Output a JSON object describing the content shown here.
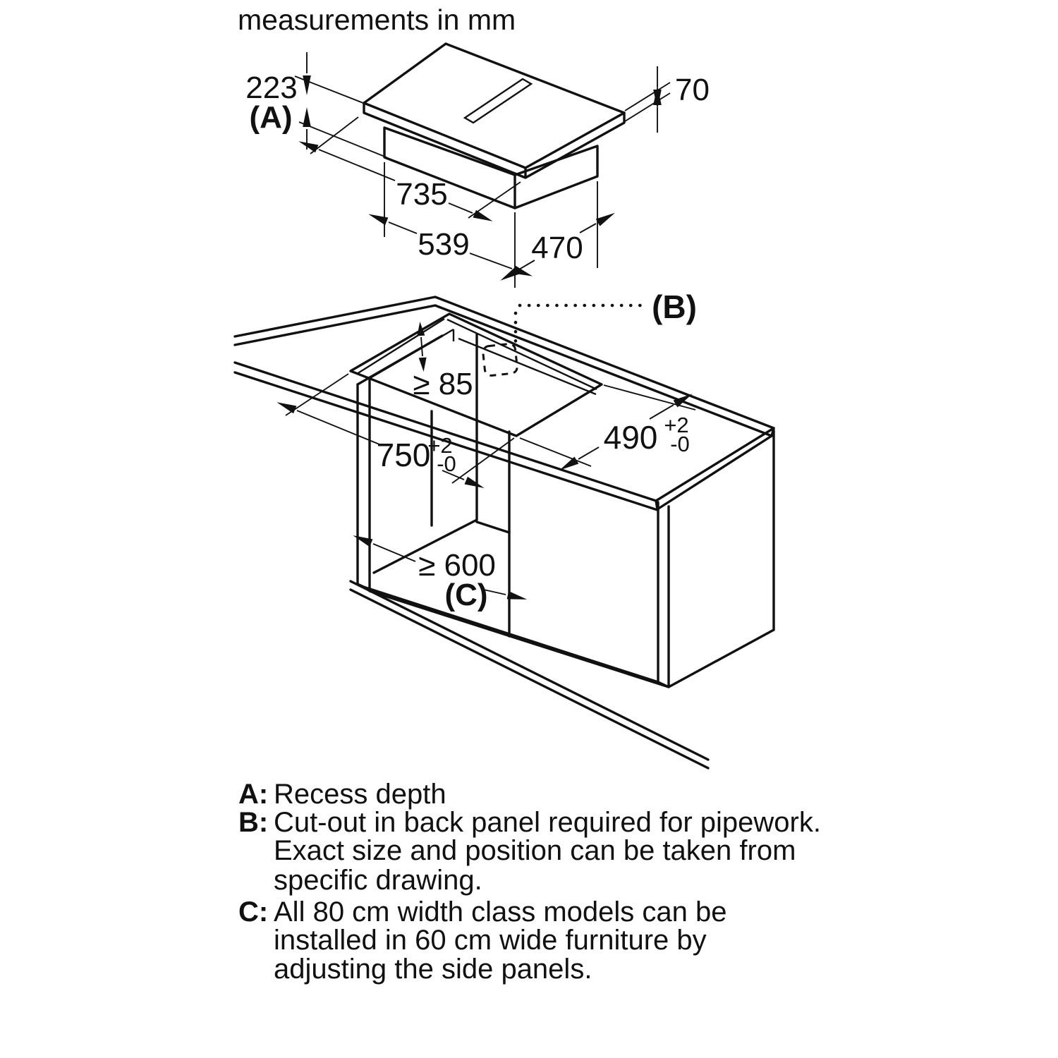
{
  "title": "measurements in mm",
  "colors": {
    "line": "#111111",
    "text": "#111111",
    "background": "#ffffff"
  },
  "hob": {
    "recess_depth": "223",
    "recess_ref": "(A)",
    "height": "70",
    "top_width": "735",
    "base_width": "539",
    "base_depth": "470"
  },
  "cutout": {
    "width": "750",
    "width_tol_plus": "+2",
    "width_tol_minus": "-0",
    "depth": "490",
    "depth_tol_plus": "+2",
    "depth_tol_minus": "-0",
    "rear_clearance": "≥ 85",
    "pipework_ref": "(B)",
    "furniture_width": "≥ 600",
    "furniture_ref": "(C)"
  },
  "legend": {
    "a": {
      "label": "A:",
      "text": "Recess depth"
    },
    "b": {
      "label": "B:",
      "line1": "Cut-out in back panel required for pipework.",
      "line2": "Exact size and position can be taken from",
      "line3": "specific drawing."
    },
    "c": {
      "label": "C:",
      "line1": "All 80 cm width class models can be",
      "line2": "installed in 60 cm wide furniture by",
      "line3": "adjusting the side panels."
    }
  }
}
